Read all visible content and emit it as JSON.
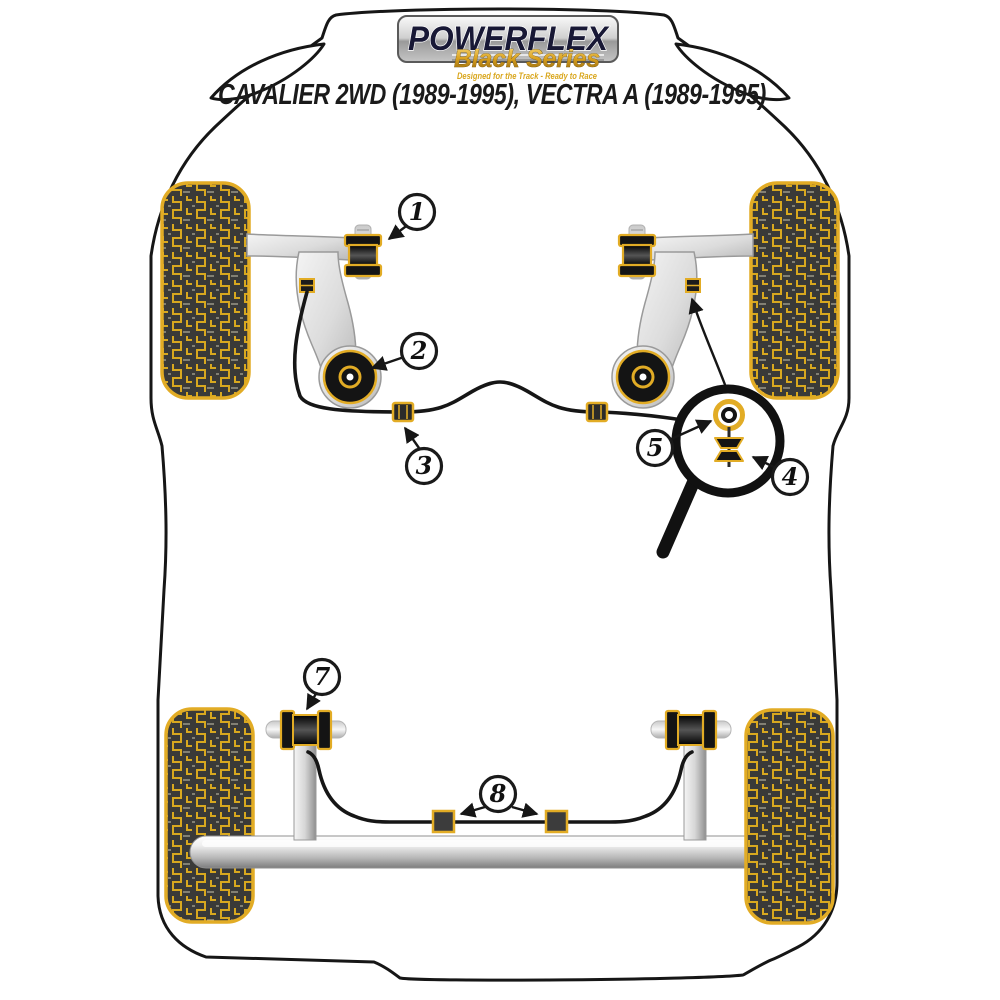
{
  "brand": {
    "name": "POWERFLEX",
    "series": "Black Series",
    "tagline": "Designed for the Track - Ready to Race"
  },
  "title": "CAVALIER 2WD (1989-1995), VECTRA A (1989-1995)",
  "callouts": [
    {
      "label": "1"
    },
    {
      "label": "2"
    },
    {
      "label": "3"
    },
    {
      "label": "4"
    },
    {
      "label": "5"
    },
    {
      "label": "7"
    },
    {
      "label": "8"
    }
  ],
  "colors": {
    "bushing_gold": "#E2AC25",
    "tire_dark": "#3A3A38",
    "tread_gold": "#D8A81F",
    "body_outline": "#161616",
    "bushing_dark": "#141414",
    "metal_light": "#F2F2F2",
    "metal_dark": "#7D7D7D",
    "logo_navy": "#181835",
    "series_gold": "#D9A01E"
  }
}
